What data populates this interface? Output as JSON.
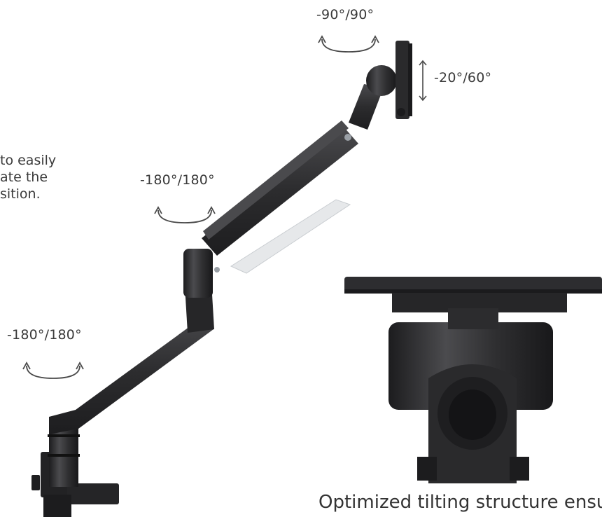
{
  "labels": {
    "head_rotation": "-90°/90°",
    "tilt": "-20°/60°",
    "upper_arm_rotation": "-180°/180°",
    "base_rotation": "-180°/180°"
  },
  "description_lines": [
    "to easily",
    "ate the",
    "sition."
  ],
  "caption": "Optimized tilting structure ensur",
  "icons": {
    "rotate": "rotate-arrow-icon",
    "tilt": "vertical-double-arrow-icon"
  },
  "colors": {
    "arm": "#2b2b2d",
    "arm_highlight": "#48484b",
    "arrow": "#4a4a4a"
  }
}
